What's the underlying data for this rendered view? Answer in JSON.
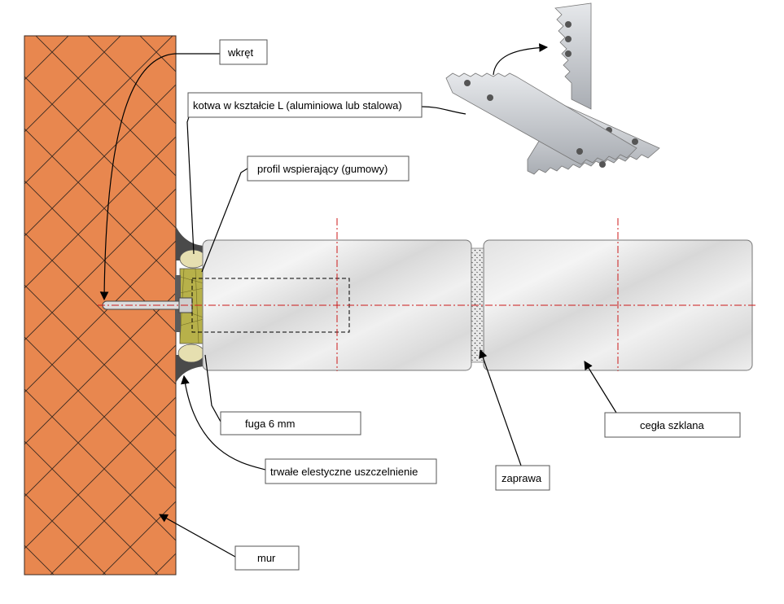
{
  "labels": {
    "screw": "wkręt",
    "anchor": "kotwa w kształcie L (aluminiowa lub stalowa)",
    "support_profile": "profil wspierający (gumowy)",
    "joint": "fuga 6 mm",
    "sealant": "trwałe elestyczne uszczelnienie",
    "mortar": "zaprawa",
    "glass_block": "cegła szklana",
    "wall": "mur"
  },
  "colors": {
    "wall_fill": "#e8874f",
    "wall_hatch": "#3a2a20",
    "glass_light": "#ececec",
    "glass_dark": "#cfcfcf",
    "profile_fill": "#b7b14a",
    "sealant_fill": "#e6dfb0",
    "centerline": "#cc1a1a",
    "anchor_metal": "#c9ccd1"
  }
}
